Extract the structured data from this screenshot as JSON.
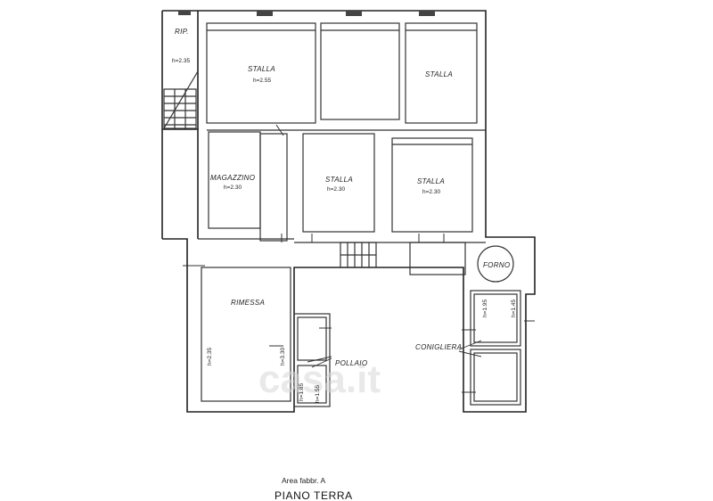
{
  "rooms": {
    "rip": {
      "label": "RIP.",
      "height": "h=2.35"
    },
    "stalla_top_left": {
      "label": "STALLA",
      "height": "h=2.55"
    },
    "stalla_top_right": {
      "label": "STALLA"
    },
    "magazzino": {
      "label": "MAGAZZINO",
      "height": "h=2.30"
    },
    "stalla_mid": {
      "label": "STALLA",
      "height": "h=2.30"
    },
    "stalla_right": {
      "label": "STALLA",
      "height": "h=2.30"
    },
    "forno": {
      "label": "FORNO"
    },
    "rimessa": {
      "label": "RIMESSA",
      "height_left": "h=2.35",
      "height_right": "h=3.30"
    },
    "pollaio": {
      "label": "POLLAIO",
      "height_a": "h=1.85",
      "height_b": "h=1.55"
    },
    "conigliera": {
      "label": "CONIGLIERA",
      "height_a": "h=1.95",
      "height_b": "h=1.45"
    }
  },
  "footer": {
    "area": "Area fabbr. A",
    "floor": "PIANO TERRA"
  },
  "watermark": "casa.it"
}
